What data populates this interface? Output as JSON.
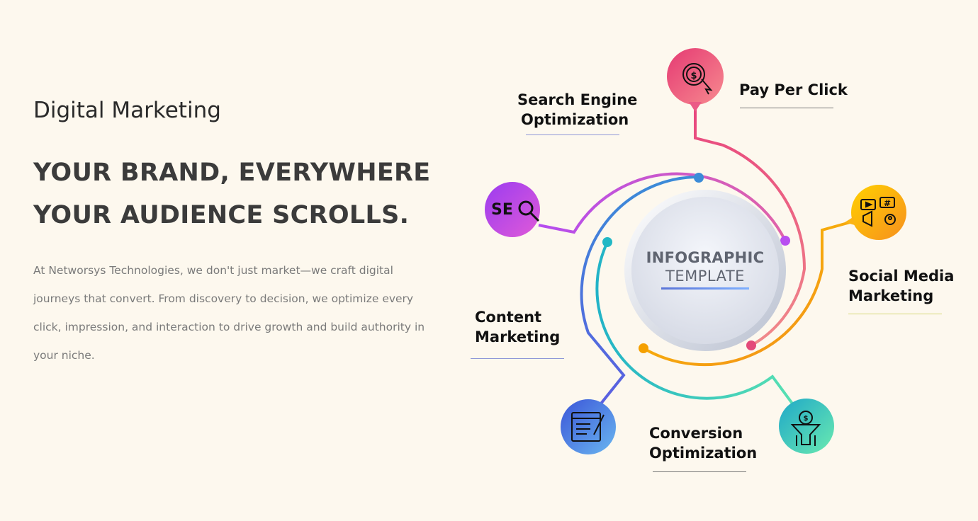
{
  "section": {
    "eyebrow": "Digital Marketing",
    "headline_line1": "YOUR BRAND, EVERYWHERE",
    "headline_line2": "YOUR AUDIENCE  SCROLLS.",
    "body_lines": [
      "At Networsys Technologies, we don't just market—we craft digital",
      "journeys that convert. From discovery to decision, we optimize every",
      "click, impression, and interaction to drive growth and build authority in",
      "your niche."
    ]
  },
  "infographic": {
    "center_title": "INFOGRAPHIC",
    "center_subtitle": "TEMPLATE",
    "seo_badge": "SEO",
    "items": [
      {
        "label_line1": "Search Engine",
        "label_line2": "Optimization",
        "icon": "seo-magnifier-icon",
        "color": "#a855f7"
      },
      {
        "label_line1": "Pay Per Click",
        "label_line2": "",
        "icon": "dollar-cursor-icon",
        "color": "#ec4d7a"
      },
      {
        "label_line1": "Social Media",
        "label_line2": "Marketing",
        "icon": "megaphone-icon",
        "color": "#f5b800"
      },
      {
        "label_line1": "Content",
        "label_line2": "Marketing",
        "icon": "content-writing-icon",
        "color": "#4f6fe0"
      },
      {
        "label_line1": "Conversion",
        "label_line2": "Optimization",
        "icon": "funnel-gear-icon",
        "color": "#2ec4b0"
      }
    ]
  }
}
